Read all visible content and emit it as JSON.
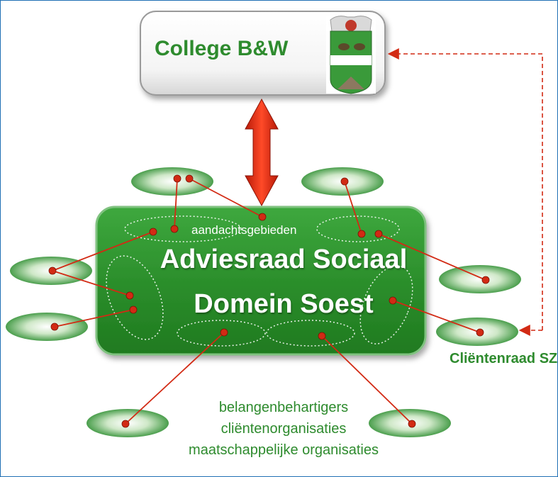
{
  "college": {
    "title": "College B&W",
    "emblem": "soest-coat-of-arms"
  },
  "advisory_board": {
    "line1": "Adviesraad Sociaal",
    "line2": "Domein Soest",
    "focus_areas_label": "aandachtsgebieden"
  },
  "client_council": {
    "label": "Cliëntenraad SZ"
  },
  "stakeholders": [
    "belangenbehartigers",
    "cliëntenorganisaties",
    "maatschappelijke organisaties"
  ],
  "colors": {
    "frame_border": "#1f6fb5",
    "green_dark": "#2a8a2a",
    "green_text": "#2e8b2e",
    "connector_red": "#d22a14",
    "arrow_red": "#e02a10"
  }
}
